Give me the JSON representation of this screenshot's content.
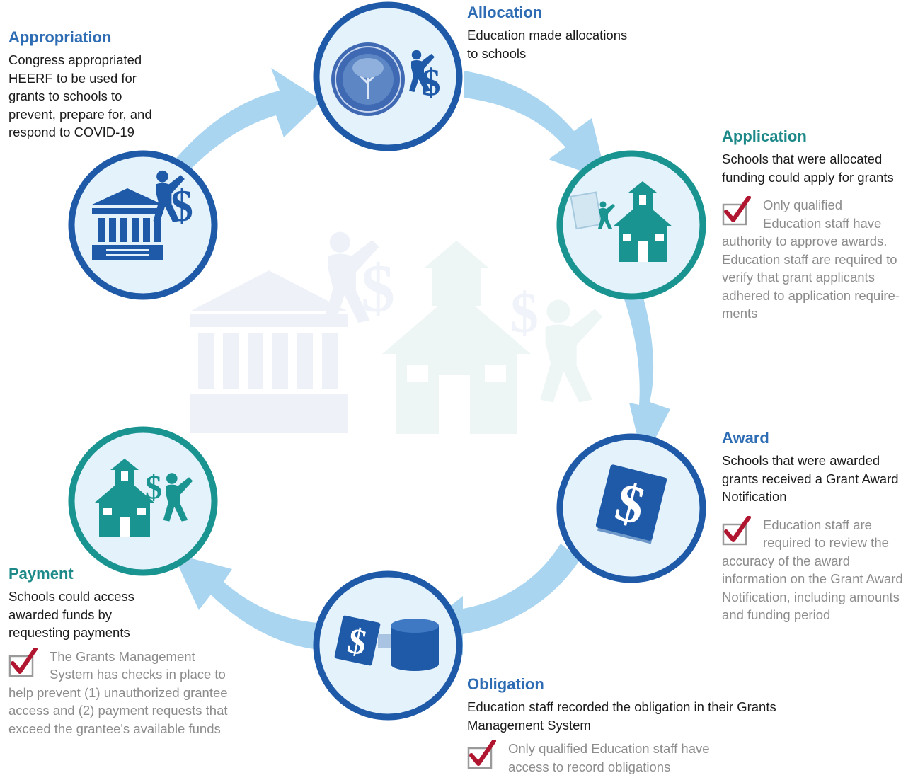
{
  "colors": {
    "arrow": "#a9d5f1",
    "blue_ring": "#1f5aa8",
    "teal_ring": "#1a9491",
    "circle_fill": "#e4f2fb",
    "blue_title": "#2e6db4",
    "teal_title": "#1d8a89",
    "note_text": "#8c8c8c",
    "check_red": "#b0162f"
  },
  "stages": {
    "appropriation": {
      "title": "Appropriation",
      "description": "Congress appropriated HEERF to be used for grants to schools to prevent, prepare for, and respond to COVID-19",
      "icon": "capitol-building-with-person-and-dollar-icon"
    },
    "allocation": {
      "title": "Allocation",
      "description": "Education made allocations to schools",
      "icon": "department-of-education-seal-icon"
    },
    "application": {
      "title": "Application",
      "description": "Schools that were allocated funding could apply for grants",
      "icon": "schoolhouse-with-application-form-icon",
      "note": "Only qualified Education staff have authority to approve awards. Education staff are required to verify that grant applicants adhered to application require- ments"
    },
    "award": {
      "title": "Award",
      "description": "Schools that were awarded grants received a Grant Award Notification",
      "icon": "dollar-document-icon",
      "note": "Education staff are required to review the accuracy of the award information on the Grant Award Notification, including amounts and funding period"
    },
    "obligation": {
      "title": "Obligation",
      "description": "Education staff recorded the obligation in their Grants Management System",
      "icon": "dollar-document-to-database-icon",
      "note": "Only qualified Education staff have access to record obligations"
    },
    "payment": {
      "title": "Payment",
      "description": "Schools could access awarded funds by requesting payments",
      "icon": "schoolhouse-with-person-and-dollar-icon",
      "note": "The Grants Management System has checks in place to help prevent (1) unauthorized grantee access and (2) payment requests that exceed the grantee's available funds"
    }
  }
}
